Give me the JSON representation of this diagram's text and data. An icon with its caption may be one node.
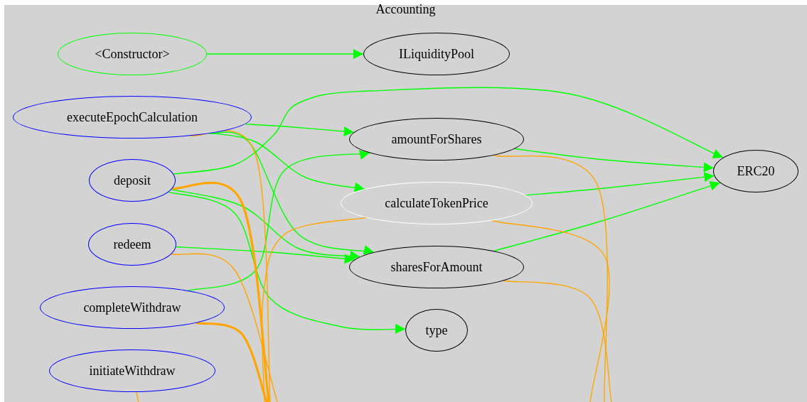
{
  "diagram": {
    "nodes": [
      {
        "text": [
          "Accounting"
        ]
      },
      {
        "text": [
          "<Constructor>"
        ],
        "in": 0
      },
      {
        "text": [
          "ILiquidityPool"
        ],
        "in": 0
      },
      {
        "text": [
          "executeEpochCalculation"
        ],
        "in": 0
      },
      {
        "text": [
          "deposit"
        ],
        "in": 0
      },
      {
        "text": [
          "redeem"
        ],
        "in": 0
      },
      {
        "text": [
          "completeWithdraw"
        ],
        "in": 0
      },
      {
        "text": [
          "initiateWithdraw"
        ],
        "in": 0
      },
      {
        "text": [
          "amountForShares"
        ],
        "in": 0
      },
      {
        "text": [
          "calculateTokenPrice"
        ],
        "in": 0
      },
      {
        "text": [
          "sharesForAmount"
        ],
        "in": 0
      },
      {
        "text": [
          "type"
        ],
        "in": 0
      },
      {
        "text": [
          "ERC20"
        ],
        "in": 0
      }
    ],
    "edges": [
      {
        "from": 1,
        "to": 2,
        "arrow": "to"
      },
      {
        "from": 3,
        "to": 8,
        "arrow": "to"
      },
      {
        "from": 3,
        "to": 9,
        "arrow": "to"
      },
      {
        "from": 3,
        "to": 10,
        "arrow": "to"
      },
      {
        "from": 4,
        "to": 12,
        "arrow": "to"
      },
      {
        "from": 4,
        "to": 10,
        "arrow": "to"
      },
      {
        "from": 4,
        "to": 11,
        "arrow": "to"
      },
      {
        "from": 5,
        "to": 10,
        "arrow": "to"
      },
      {
        "from": 6,
        "to": 8,
        "arrow": "to"
      },
      {
        "from": 8,
        "to": 12,
        "arrow": "to"
      },
      {
        "from": 9,
        "to": 12,
        "arrow": "to"
      },
      {
        "from": 10,
        "to": 12,
        "arrow": "to"
      },
      {
        "from": 3,
        "to": null,
        "arrow": "none",
        "color": "#ffa500"
      },
      {
        "from": 4,
        "to": null,
        "arrow": "none",
        "color": "#ffa500",
        "style": "thick"
      },
      {
        "from": 5,
        "to": null,
        "arrow": "none",
        "color": "#ffa500"
      },
      {
        "from": 6,
        "to": null,
        "arrow": "none",
        "color": "#ffa500",
        "style": "thick"
      },
      {
        "from": 7,
        "to": null,
        "arrow": "none",
        "color": "#ffa500"
      },
      {
        "from": 8,
        "to": null,
        "arrow": "none",
        "color": "#ffa500"
      },
      {
        "from": 9,
        "to": null,
        "arrow": "none",
        "color": "#ffa500"
      },
      {
        "from": 9,
        "to": null,
        "arrow": "none",
        "color": "#ffa500"
      },
      {
        "from": 10,
        "to": null,
        "arrow": "none",
        "color": "#ffa500"
      }
    ]
  }
}
